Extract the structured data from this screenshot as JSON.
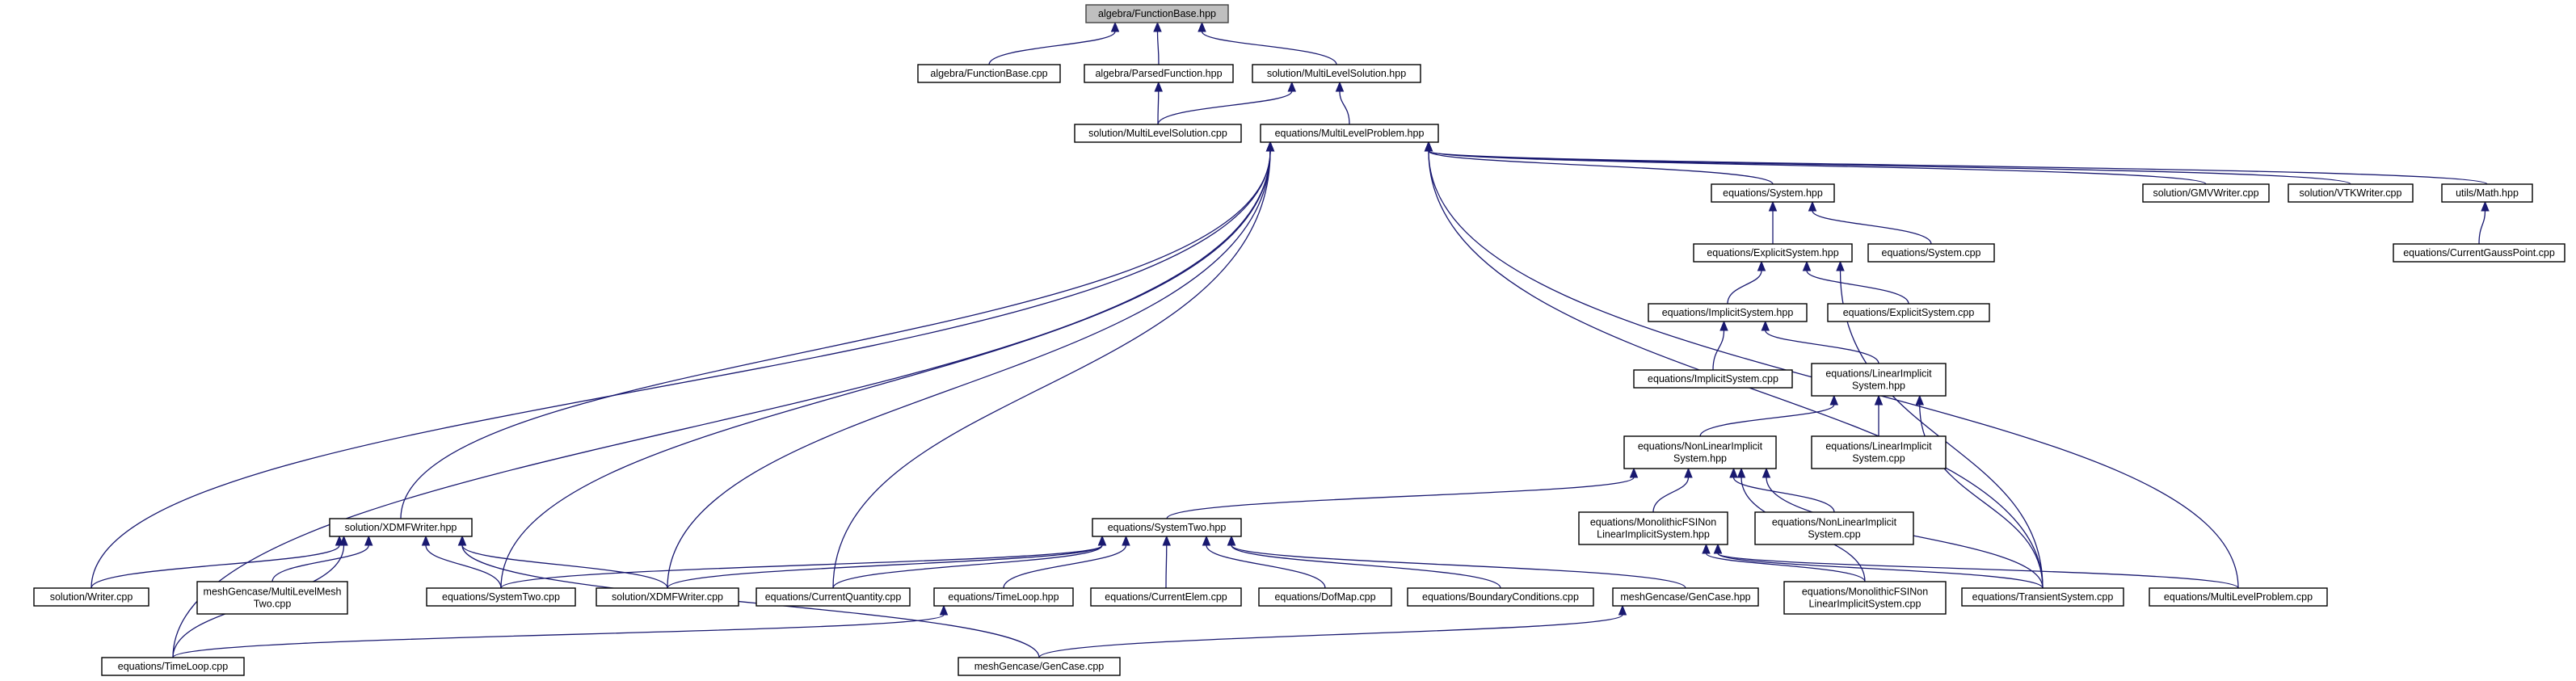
{
  "nodes": [
    {
      "id": "fb_hpp",
      "lines": [
        "algebra/FunctionBase.hpp"
      ],
      "root": true
    },
    {
      "id": "fb_cpp",
      "lines": [
        "algebra/FunctionBase.cpp"
      ]
    },
    {
      "id": "pf_hpp",
      "lines": [
        "algebra/ParsedFunction.hpp"
      ]
    },
    {
      "id": "mls_hpp",
      "lines": [
        "solution/MultiLevelSolution.hpp"
      ]
    },
    {
      "id": "mls_cpp",
      "lines": [
        "solution/MultiLevelSolution.cpp"
      ]
    },
    {
      "id": "mlp_hpp",
      "lines": [
        "equations/MultiLevelProblem.hpp"
      ]
    },
    {
      "id": "sys_hpp",
      "lines": [
        "equations/System.hpp"
      ]
    },
    {
      "id": "gmv_cpp",
      "lines": [
        "solution/GMVWriter.cpp"
      ]
    },
    {
      "id": "vtk_cpp",
      "lines": [
        "solution/VTKWriter.cpp"
      ]
    },
    {
      "id": "math_hpp",
      "lines": [
        "utils/Math.hpp"
      ]
    },
    {
      "id": "cgp_cpp",
      "lines": [
        "equations/CurrentGaussPoint.cpp"
      ]
    },
    {
      "id": "es_hpp",
      "lines": [
        "equations/ExplicitSystem.hpp"
      ]
    },
    {
      "id": "sys_cpp",
      "lines": [
        "equations/System.cpp"
      ]
    },
    {
      "id": "is_hpp",
      "lines": [
        "equations/ImplicitSystem.hpp"
      ]
    },
    {
      "id": "es_cpp",
      "lines": [
        "equations/ExplicitSystem.cpp"
      ]
    },
    {
      "id": "is_cpp",
      "lines": [
        "equations/ImplicitSystem.cpp"
      ]
    },
    {
      "id": "lis_hpp",
      "lines": [
        "equations/LinearImplicit",
        "System.hpp"
      ]
    },
    {
      "id": "nlis_hpp",
      "lines": [
        "equations/NonLinearImplicit",
        "System.hpp"
      ]
    },
    {
      "id": "lis_cpp",
      "lines": [
        "equations/LinearImplicit",
        "System.cpp"
      ]
    },
    {
      "id": "xdmf_hpp",
      "lines": [
        "solution/XDMFWriter.hpp"
      ]
    },
    {
      "id": "st_hpp",
      "lines": [
        "equations/SystemTwo.hpp"
      ]
    },
    {
      "id": "mfsi_hpp",
      "lines": [
        "equations/MonolithicFSINon",
        "LinearImplicitSystem.hpp"
      ]
    },
    {
      "id": "nlis_cpp",
      "lines": [
        "equations/NonLinearImplicit",
        "System.cpp"
      ]
    },
    {
      "id": "writer_cpp",
      "lines": [
        "solution/Writer.cpp"
      ]
    },
    {
      "id": "mlmt_cpp",
      "lines": [
        "meshGencase/MultiLevelMesh",
        "Two.cpp"
      ]
    },
    {
      "id": "st_cpp",
      "lines": [
        "equations/SystemTwo.cpp"
      ]
    },
    {
      "id": "xdmf_cpp",
      "lines": [
        "solution/XDMFWriter.cpp"
      ]
    },
    {
      "id": "cq_cpp",
      "lines": [
        "equations/CurrentQuantity.cpp"
      ]
    },
    {
      "id": "tl_hpp",
      "lines": [
        "equations/TimeLoop.hpp"
      ]
    },
    {
      "id": "ce_cpp",
      "lines": [
        "equations/CurrentElem.cpp"
      ]
    },
    {
      "id": "dof_cpp",
      "lines": [
        "equations/DofMap.cpp"
      ]
    },
    {
      "id": "bc_cpp",
      "lines": [
        "equations/BoundaryConditions.cpp"
      ]
    },
    {
      "id": "gc_hpp",
      "lines": [
        "meshGencase/GenCase.hpp"
      ]
    },
    {
      "id": "mfsi_cpp",
      "lines": [
        "equations/MonolithicFSINon",
        "LinearImplicitSystem.cpp"
      ]
    },
    {
      "id": "ts_cpp",
      "lines": [
        "equations/TransientSystem.cpp"
      ]
    },
    {
      "id": "mlp_cpp",
      "lines": [
        "equations/MultiLevelProblem.cpp"
      ]
    },
    {
      "id": "tl_cpp",
      "lines": [
        "equations/TimeLoop.cpp"
      ]
    },
    {
      "id": "gc_cpp",
      "lines": [
        "meshGencase/GenCase.cpp"
      ]
    }
  ],
  "edges": [
    [
      "fb_hpp",
      "fb_cpp"
    ],
    [
      "fb_hpp",
      "pf_hpp"
    ],
    [
      "fb_hpp",
      "mls_hpp"
    ],
    [
      "pf_hpp",
      "mls_cpp"
    ],
    [
      "mls_hpp",
      "mls_cpp"
    ],
    [
      "mls_hpp",
      "mlp_hpp"
    ],
    [
      "mlp_hpp",
      "sys_hpp"
    ],
    [
      "mlp_hpp",
      "gmv_cpp"
    ],
    [
      "mlp_hpp",
      "vtk_cpp"
    ],
    [
      "mlp_hpp",
      "math_hpp"
    ],
    [
      "mlp_hpp",
      "xdmf_hpp"
    ],
    [
      "mlp_hpp",
      "writer_cpp"
    ],
    [
      "mlp_hpp",
      "st_cpp"
    ],
    [
      "mlp_hpp",
      "xdmf_cpp"
    ],
    [
      "mlp_hpp",
      "cq_cpp"
    ],
    [
      "mlp_hpp",
      "ts_cpp"
    ],
    [
      "mlp_hpp",
      "mlp_cpp"
    ],
    [
      "mlp_hpp",
      "tl_cpp"
    ],
    [
      "math_hpp",
      "cgp_cpp"
    ],
    [
      "sys_hpp",
      "es_hpp"
    ],
    [
      "sys_hpp",
      "sys_cpp"
    ],
    [
      "es_hpp",
      "is_hpp"
    ],
    [
      "es_hpp",
      "es_cpp"
    ],
    [
      "es_hpp",
      "ts_cpp"
    ],
    [
      "is_hpp",
      "is_cpp"
    ],
    [
      "is_hpp",
      "lis_hpp"
    ],
    [
      "lis_hpp",
      "nlis_hpp"
    ],
    [
      "lis_hpp",
      "lis_cpp"
    ],
    [
      "lis_hpp",
      "ts_cpp"
    ],
    [
      "nlis_hpp",
      "st_hpp"
    ],
    [
      "nlis_hpp",
      "mfsi_hpp"
    ],
    [
      "nlis_hpp",
      "nlis_cpp"
    ],
    [
      "nlis_hpp",
      "mfsi_cpp"
    ],
    [
      "nlis_hpp",
      "ts_cpp"
    ],
    [
      "mfsi_hpp",
      "mfsi_cpp"
    ],
    [
      "mfsi_hpp",
      "ts_cpp"
    ],
    [
      "mfsi_hpp",
      "mlp_cpp"
    ],
    [
      "xdmf_hpp",
      "writer_cpp"
    ],
    [
      "xdmf_hpp",
      "mlmt_cpp"
    ],
    [
      "xdmf_hpp",
      "st_cpp"
    ],
    [
      "xdmf_hpp",
      "xdmf_cpp"
    ],
    [
      "xdmf_hpp",
      "tl_cpp"
    ],
    [
      "xdmf_hpp",
      "gc_cpp"
    ],
    [
      "st_hpp",
      "st_cpp"
    ],
    [
      "st_hpp",
      "xdmf_cpp"
    ],
    [
      "st_hpp",
      "cq_cpp"
    ],
    [
      "st_hpp",
      "tl_hpp"
    ],
    [
      "st_hpp",
      "ce_cpp"
    ],
    [
      "st_hpp",
      "dof_cpp"
    ],
    [
      "st_hpp",
      "bc_cpp"
    ],
    [
      "st_hpp",
      "gc_hpp"
    ],
    [
      "tl_hpp",
      "tl_cpp"
    ],
    [
      "gc_hpp",
      "gc_cpp"
    ]
  ]
}
